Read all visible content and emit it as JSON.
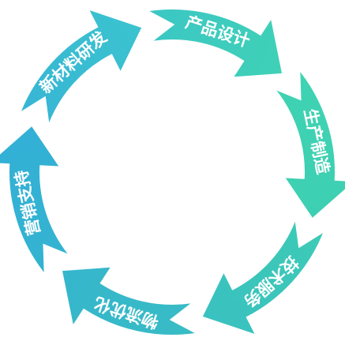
{
  "diagram": {
    "type": "cycle",
    "direction": "clockwise",
    "colors": {
      "start": "#33b3cf",
      "end": "#3fd3b0",
      "label": "#ffffff",
      "background": "#ffffff"
    },
    "stages": [
      {
        "label": "新材料研发",
        "color_from": "#37b6d4",
        "color_to": "#3bc3cf"
      },
      {
        "label": "产品设计",
        "color_from": "#3cc7c4",
        "color_to": "#3fd1b6"
      },
      {
        "label": "生产制造",
        "color_from": "#3ed3b2",
        "color_to": "#3dcfb2"
      },
      {
        "label": "技术服务",
        "color_from": "#3dcab6",
        "color_to": "#39c1c0"
      },
      {
        "label": "物流优化",
        "color_from": "#38bcc5",
        "color_to": "#35b6cc"
      },
      {
        "label": "营销支持",
        "color_from": "#34b3d1",
        "color_to": "#33b0d6"
      }
    ]
  }
}
